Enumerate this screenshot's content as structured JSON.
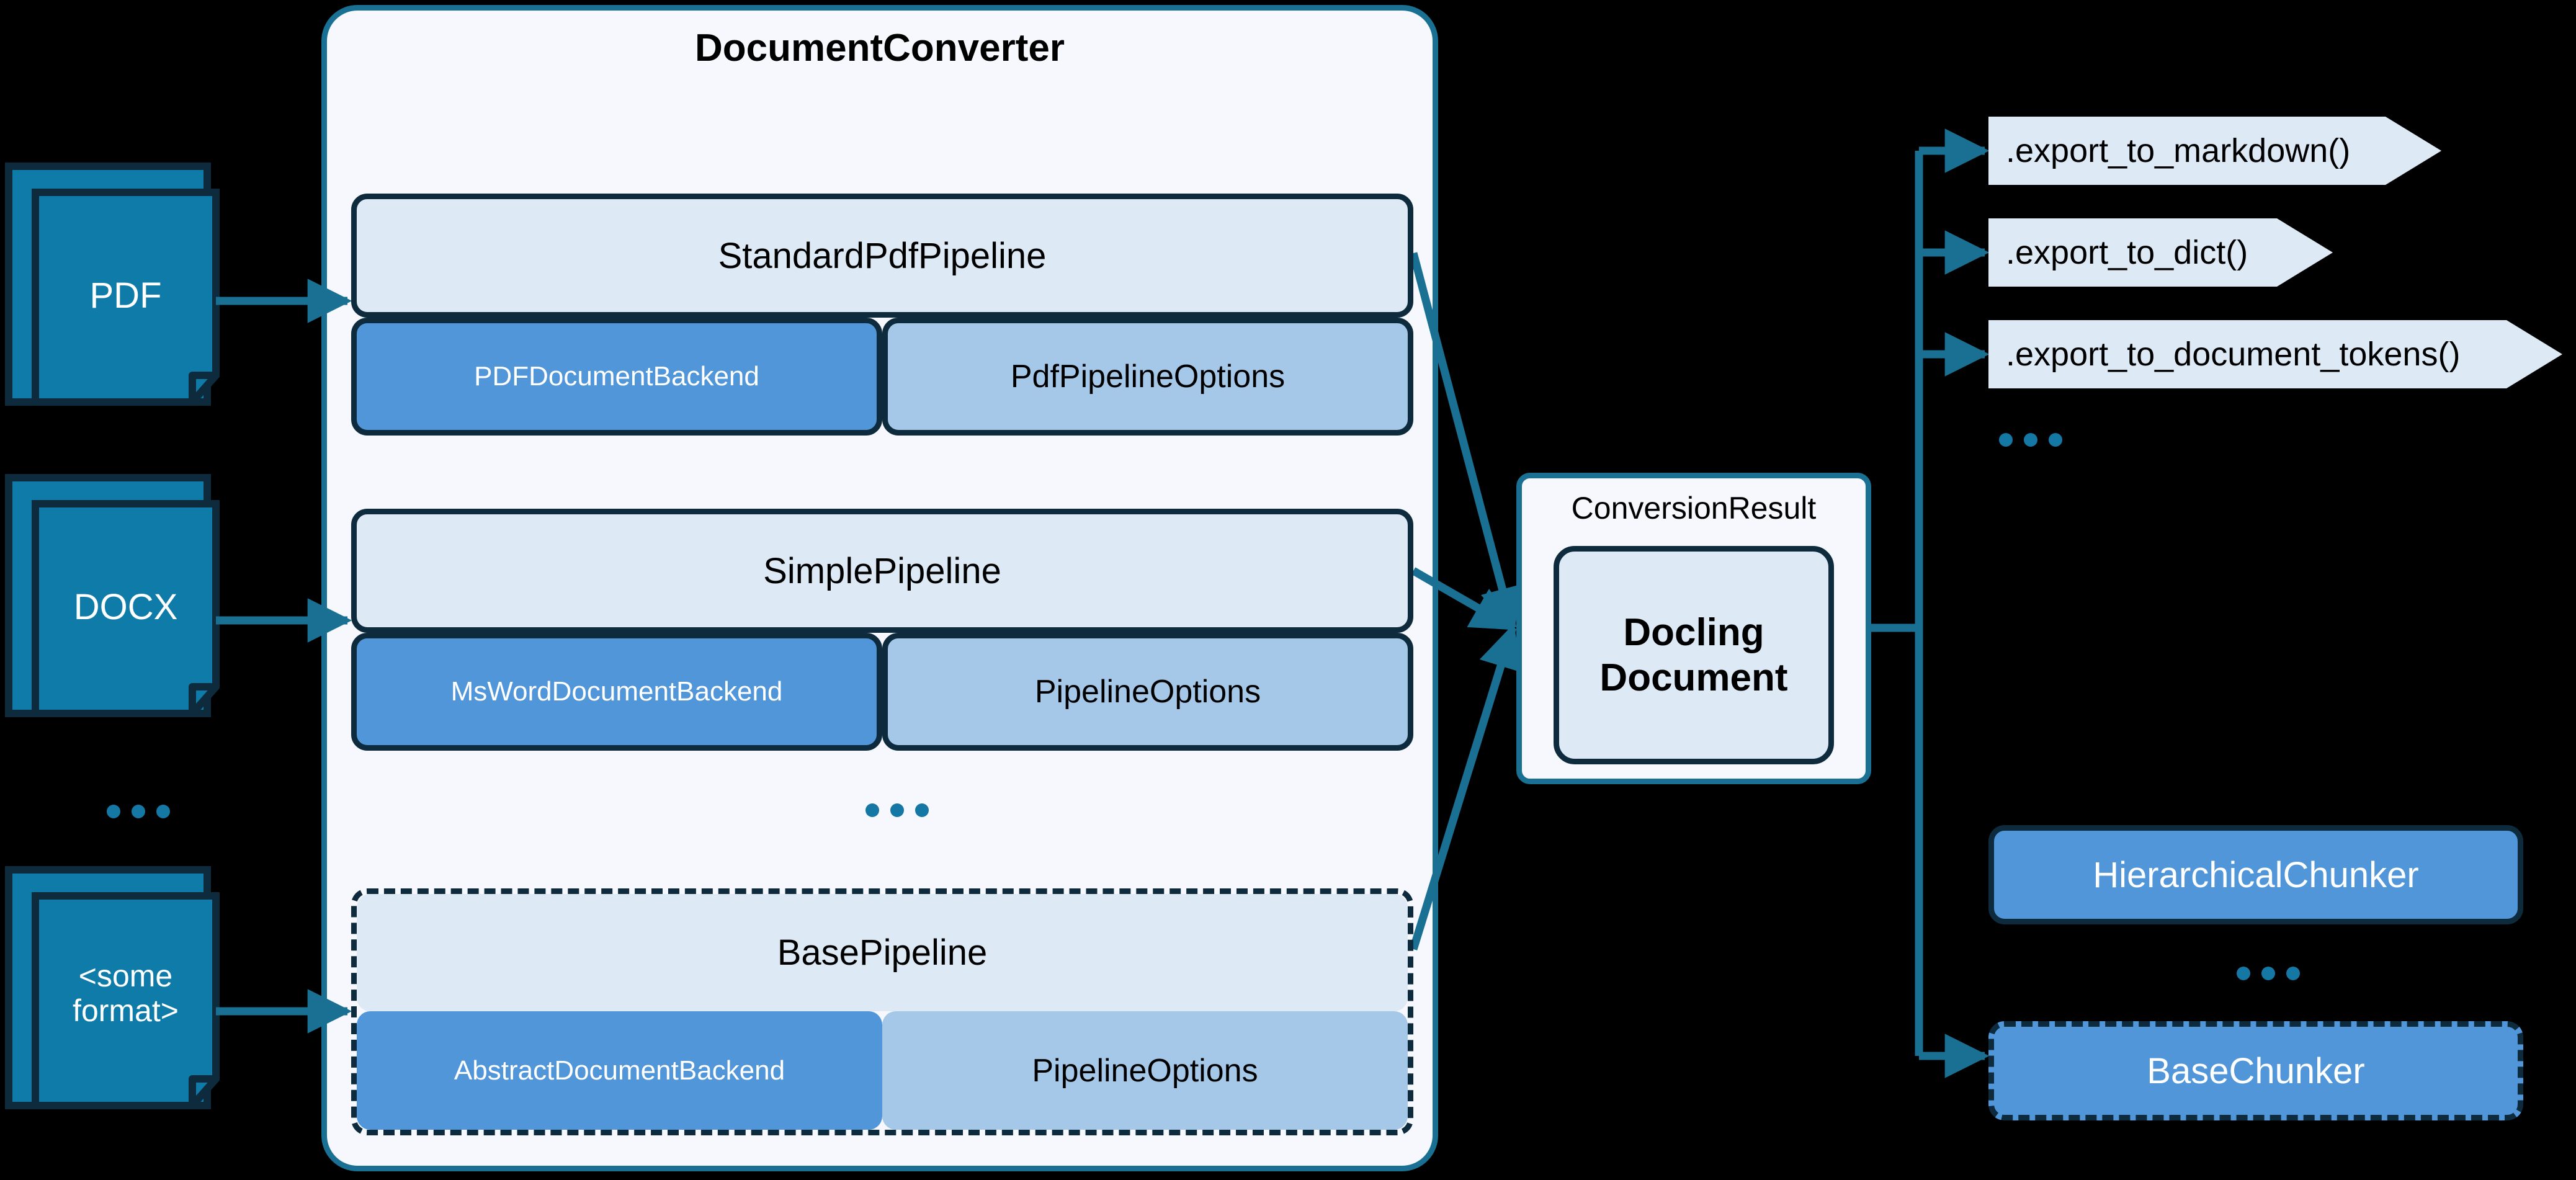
{
  "diagram": {
    "title": "DocumentConverter",
    "background_color": "#000000",
    "accent_teal": "#1a7093",
    "accent_navy": "#0d2b3d",
    "accent_blue": "#5096d9"
  },
  "inputs": {
    "items": [
      {
        "label": "PDF",
        "icon": "document-stack-icon"
      },
      {
        "label": "DOCX",
        "icon": "document-stack-icon"
      },
      {
        "label": "<some\nformat>",
        "icon": "document-stack-icon"
      }
    ],
    "ellipsis": "..."
  },
  "converter": {
    "title": "DocumentConverter",
    "ellipsis": "...",
    "pipelines": [
      {
        "name": "StandardPdfPipeline",
        "style": "solid",
        "backend": "PDFDocumentBackend",
        "options": "PdfPipelineOptions"
      },
      {
        "name": "SimplePipeline",
        "style": "solid",
        "backend": "MsWordDocumentBackend",
        "options": "PipelineOptions"
      },
      {
        "name": "BasePipeline",
        "style": "dashed",
        "backend": "AbstractDocumentBackend",
        "options": "PipelineOptions"
      }
    ]
  },
  "result": {
    "panel_label": "ConversionResult",
    "document_label": "Docling\nDocument"
  },
  "exports": {
    "items": [
      {
        "label": ".export_to_markdown()"
      },
      {
        "label": ".export_to_dict()"
      },
      {
        "label": ".export_to_document_tokens()"
      }
    ],
    "ellipsis": "..."
  },
  "chunkers": {
    "items": [
      {
        "label": "HierarchicalChunker",
        "style": "solid"
      },
      {
        "label": "BaseChunker",
        "style": "dashed"
      }
    ],
    "ellipsis": "..."
  }
}
